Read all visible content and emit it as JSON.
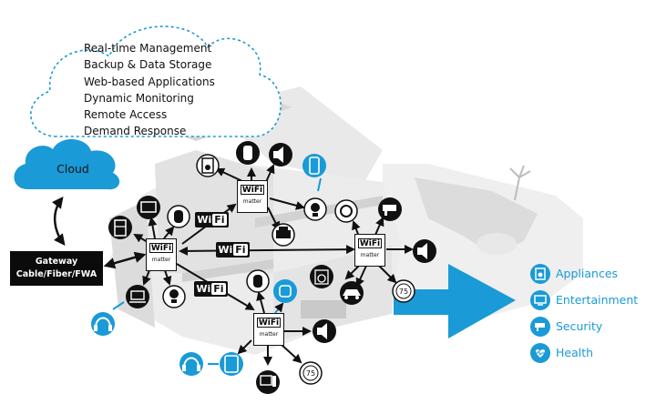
{
  "cloud": {
    "label": "Cloud",
    "services": [
      "Real-time Management",
      "Backup & Data Storage",
      "Web-based Applications",
      "Dynamic Monitoring",
      "Remote Access",
      "Demand Response"
    ]
  },
  "gateway": {
    "line1": "Gateway",
    "line2": "Cable/Fiber/FWA"
  },
  "wifi_badge": {
    "wi": "Wi",
    "fi": "Fi"
  },
  "hub": {
    "wi": "Wi",
    "fi": "Fi",
    "matter_label": "matter"
  },
  "thermostat_value": "75",
  "legend": [
    {
      "label": "Appliances",
      "icon": "appliance-icon"
    },
    {
      "label": "Entertainment",
      "icon": "tv-icon"
    },
    {
      "label": "Security",
      "icon": "camera-icon"
    },
    {
      "label": "Health",
      "icon": "heart-pulse-icon"
    }
  ],
  "colors": {
    "accent": "#1a9ad6",
    "dark": "#111111",
    "house": "#e6e6e6"
  }
}
